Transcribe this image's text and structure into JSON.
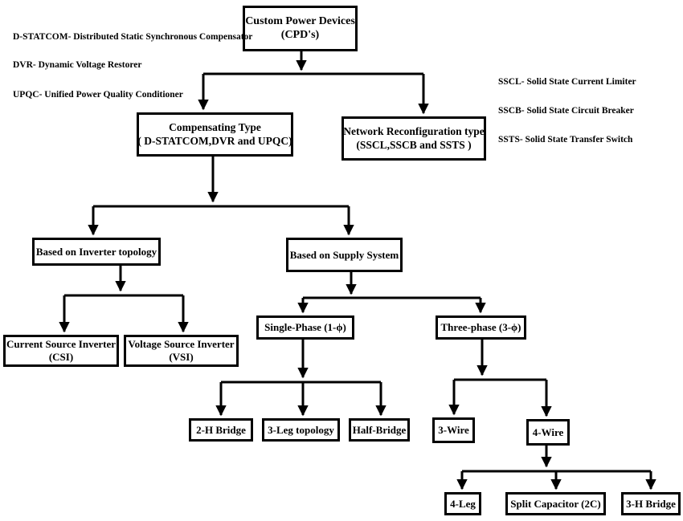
{
  "nodes": {
    "cpd": {
      "line1": "Custom Power Devices",
      "line2": "(CPD's)"
    },
    "compensating": {
      "line1": "Compensating Type",
      "line2": "( D-STATCOM,DVR and UPQC)"
    },
    "network": {
      "line1": "Network Reconfiguration type",
      "line2": "(SSCL,SSCB and SSTS )"
    },
    "inverter_topology": {
      "label": "Based on Inverter topology"
    },
    "supply_system": {
      "label": "Based on Supply System"
    },
    "csi": {
      "line1": "Current Source Inverter",
      "line2": "(CSI)"
    },
    "vsi": {
      "line1": "Voltage Source Inverter",
      "line2": "(VSI)"
    },
    "single_phase": {
      "label": "Single-Phase (1-ϕ)"
    },
    "three_phase": {
      "label": "Three-phase (3-ϕ)"
    },
    "two_h_bridge": {
      "label": "2-H Bridge"
    },
    "three_leg": {
      "label": "3-Leg topology"
    },
    "half_bridge": {
      "label": "Half-Bridge"
    },
    "three_wire": {
      "label": "3-Wire"
    },
    "four_wire": {
      "label": "4-Wire"
    },
    "four_leg": {
      "label": "4-Leg"
    },
    "split_capacitor": {
      "label": "Split Capacitor (2C)"
    },
    "three_h_bridge": {
      "label": "3-H Bridge"
    }
  },
  "legend_left": [
    "D-STATCOM- Distributed Static Synchronous Compensator",
    "DVR- Dynamic Voltage Restorer",
    "UPQC- Unified Power Quality Conditioner"
  ],
  "legend_right": [
    "SSCL- Solid State Current Limiter",
    "SSCB- Solid State Circuit Breaker",
    "SSTS- Solid State Transfer Switch"
  ]
}
